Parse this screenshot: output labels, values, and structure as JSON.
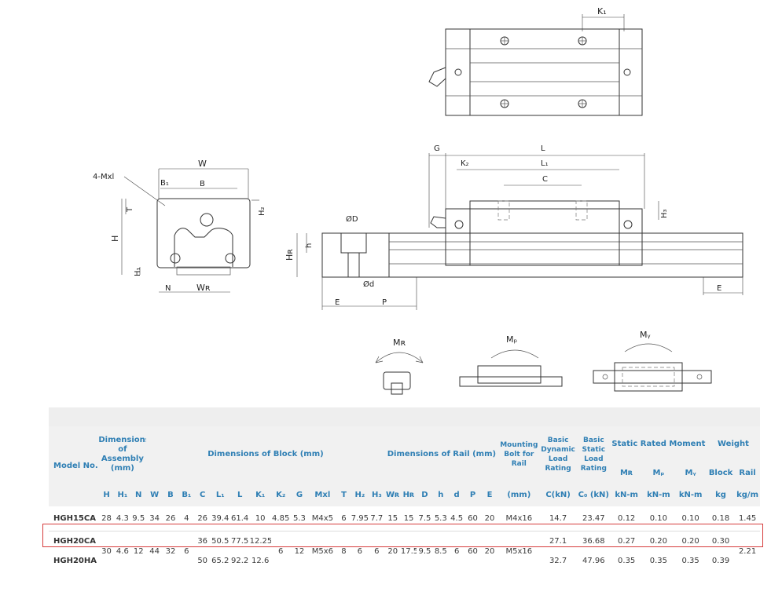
{
  "drawing": {
    "labels": {
      "k1": "K₁",
      "w": "W",
      "mxl": "4-Mxl",
      "b1": "B₁",
      "b": "B",
      "t": "T",
      "h2": "H₂",
      "h": "H",
      "h1": "H₁",
      "n": "N",
      "wr": "Wʀ",
      "g": "G",
      "l": "L",
      "k2": "K₂",
      "l1": "L₁",
      "c": "C",
      "od": "ØD",
      "hsmall": "h",
      "hr": "Hʀ",
      "h3": "H₃",
      "od_small": "Ød",
      "e": "E",
      "p": "P",
      "e2": "E",
      "mr": "Mʀ",
      "mp": "Mₚ",
      "my": "Mᵧ"
    }
  },
  "table": {
    "groups": {
      "model": "Model No.",
      "assembly": "Dimensions of Assembly (mm)",
      "block": "Dimensions of Block (mm)",
      "rail": "Dimensions of Rail (mm)",
      "mounting": "Mounting Bolt for Rail",
      "dynamic": "Basic Dynamic Load Rating",
      "static": "Basic Static Load Rating",
      "moment": "Static Rated Moment",
      "weight": "Weight",
      "block_w": "Block",
      "rail_w": "Rail"
    },
    "sub_headers": [
      "H",
      "H₁",
      "N",
      "W",
      "B",
      "B₁",
      "C",
      "L₁",
      "L",
      "K₁",
      "K₂",
      "G",
      "Mxl",
      "T",
      "H₂",
      "H₃",
      "Wʀ",
      "Hʀ",
      "D",
      "h",
      "d",
      "P",
      "E",
      "(mm)",
      "C(kN)",
      "C₀ (kN)",
      "kN-m",
      "kN-m",
      "kN-m",
      "kg",
      "kg/m"
    ],
    "moment_headers": [
      "Mʀ",
      "Mₚ",
      "Mᵧ"
    ],
    "rows": {
      "hgh15ca": {
        "model": "HGH15CA",
        "cells": [
          "28",
          "4.3",
          "9.5",
          "34",
          "26",
          "4",
          "26",
          "39.4",
          "61.4",
          "10",
          "4.85",
          "5.3",
          "M4x5",
          "6",
          "7.95",
          "7.7",
          "15",
          "15",
          "7.5",
          "5.3",
          "4.5",
          "60",
          "20",
          "M4x16",
          "14.7",
          "23.47",
          "0.12",
          "0.10",
          "0.10",
          "0.18",
          "1.45"
        ]
      },
      "hgh20ca": {
        "model": "HGH20CA",
        "c": "36",
        "l1": "50.5",
        "l": "77.5",
        "k1": "12.25",
        "dyn": "27.1",
        "stat": "36.68",
        "mr": "0.27",
        "mp": "0.20",
        "my": "0.20",
        "block": "0.30"
      },
      "hgh20ha": {
        "model": "HGH20HA",
        "c": "50",
        "l1": "65.2",
        "l": "92.2",
        "k1": "12.6",
        "dyn": "32.7",
        "stat": "47.96",
        "mr": "0.35",
        "mp": "0.35",
        "my": "0.35",
        "block": "0.39"
      },
      "shared": {
        "h": "30",
        "h1": "4.6",
        "n": "12",
        "w": "44",
        "b": "32",
        "b1": "6",
        "k2": "6",
        "g": "12",
        "mxl": "M5x6",
        "t": "8",
        "h2": "6",
        "h3": "6",
        "wr": "20",
        "hr": "17.5",
        "d_big": "9.5",
        "h_small": "8.5",
        "d_small": "6",
        "p": "60",
        "e": "20",
        "bolt": "M5x16",
        "rail": "2.21"
      }
    }
  },
  "colors": {
    "header_text": "#2f7fb4",
    "highlight": "#d63c3c"
  }
}
